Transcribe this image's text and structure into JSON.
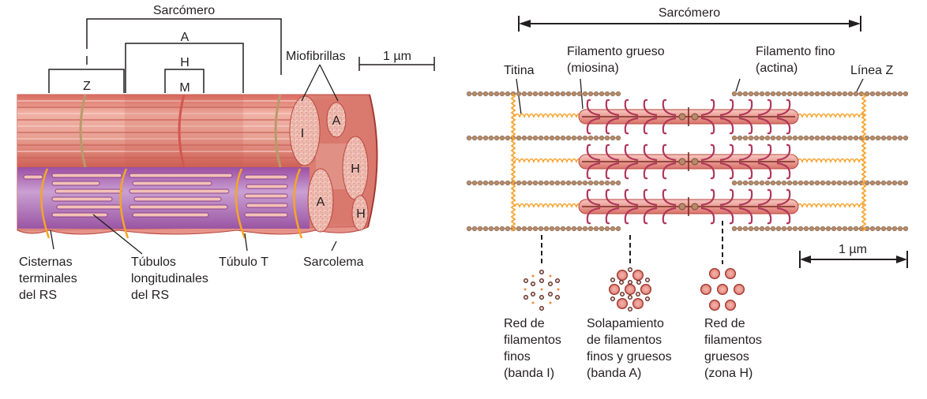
{
  "left_panel": {
    "bracket_labels": {
      "sarcomere": "Sarcómero",
      "a_band": "A",
      "i_band": "I",
      "h_zone": "H",
      "z_line": "Z",
      "m_line": "M"
    },
    "myofibrils_label": "Miofibrillas",
    "scale_bar_label": "1 µm",
    "myofibril_end_labels": [
      "I",
      "A",
      "H",
      "A",
      "H"
    ],
    "callouts": {
      "terminal_cisternae": "Cisternas\nterminales\ndel RS",
      "longitudinal_tubules": "Túbulos\nlongitudinales\ndel RS",
      "t_tubule": "Túbulo T",
      "sarcolemma": "Sarcolema"
    }
  },
  "right_panel": {
    "sarcomere_label": "Sarcómero",
    "labels": {
      "titin": "Titina",
      "thick_filament": "Filamento grueso\n(miosina)",
      "thin_filament": "Filamento fino\n(actina)",
      "z_line": "Línea Z"
    },
    "scale_bar_label": "1 µm",
    "cross_sections": [
      {
        "caption": "Red de\nfilamentos\nfinos\n(banda I)"
      },
      {
        "caption": "Solapamiento\nde filamentos\nfinos y gruesos\n(banda A)"
      },
      {
        "caption": "Red de\nfilamentos\ngruesos\n(zona H)"
      }
    ]
  },
  "colors": {
    "muscle_pink": "#e8a093",
    "muscle_dark": "#c0504a",
    "sr_purple": "#b77fc0",
    "sr_purple_dark": "#8a3f8f",
    "t_tubule_orange": "#f5a623",
    "z_band_tan": "#b99a6b",
    "actin_bead": "#b58b6a",
    "myosin_head": "#b0375a",
    "thick_body": "#eba59e",
    "titin_orange": "#f7a532",
    "line_dark": "#231f20"
  }
}
